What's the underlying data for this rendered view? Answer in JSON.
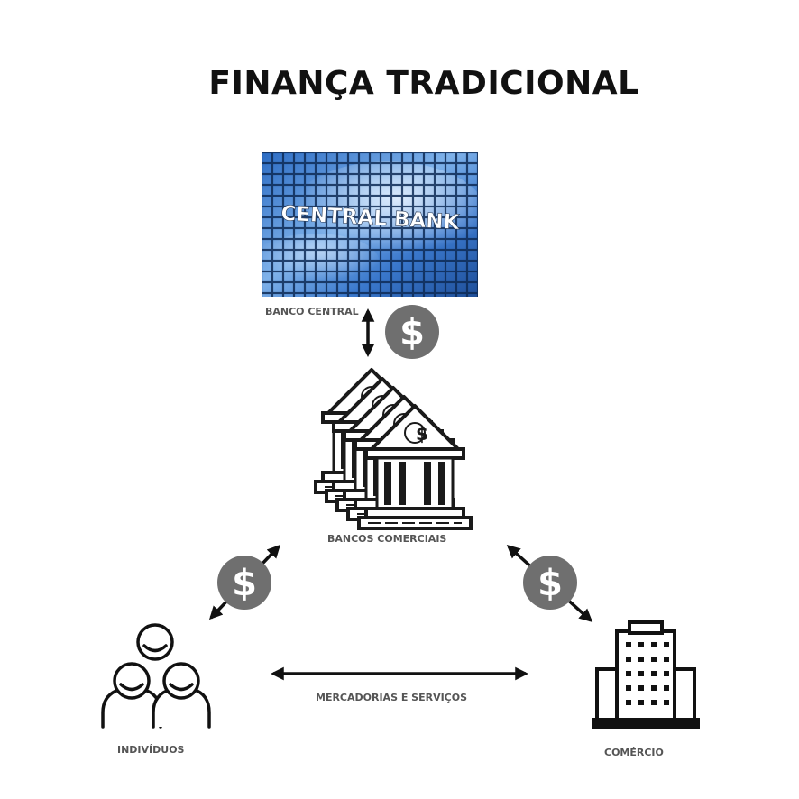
{
  "title": "FINANÇA TRADICIONAL",
  "central_bank": {
    "photo_text": "CENTRAL BANK",
    "label": "BANCO CENTRAL"
  },
  "commercial_banks": {
    "label": "BANCOS COMERCIAIS",
    "bank_sign": "$"
  },
  "individuals": {
    "label": "INDIVÍDUOS"
  },
  "commerce": {
    "label": "COMÉRCIO"
  },
  "goods_services": {
    "label": "MERCADORIAS E SERVIÇOS"
  },
  "dollar_symbol": "$",
  "colors": {
    "coin": "#6f6f6f",
    "coin_symbol": "#ffffff",
    "icon": "#1a1a1a",
    "label": "#555555",
    "sky": "#3f7fd0",
    "grid": "#0d2a55"
  }
}
